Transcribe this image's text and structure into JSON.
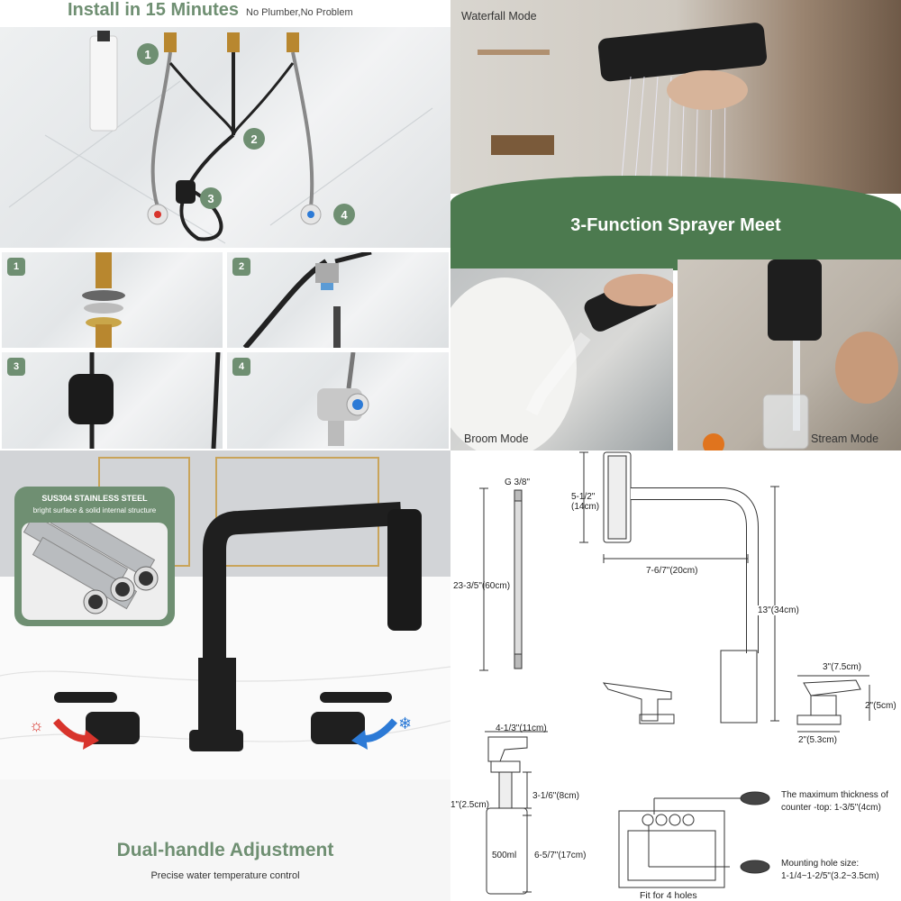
{
  "install": {
    "title": "Install in 15 Minutes",
    "subtitle": "No Plumber,No Problem",
    "steps": [
      "1",
      "2",
      "3",
      "4"
    ]
  },
  "sprayer": {
    "waterfall_label": "Waterfall Mode",
    "banner": "3-Function Sprayer Meet",
    "broom_label": "Broom Mode",
    "stream_label": "Stream Mode"
  },
  "steel": {
    "title": "SUS304 STAINLESS STEEL",
    "subtitle": "bright surface & solid internal structure",
    "heading": "Dual-handle Adjustment",
    "caption": "Precise water temperature control"
  },
  "dims": {
    "hose_thread": "G 3/8\"",
    "hose_len": "23-3/5\"(60cm)",
    "head_len": "5-1/2\"\n(14cm)",
    "reach": "7-6/7\"(20cm)",
    "height": "13\"(34cm)",
    "handle_w": "3\"(7.5cm)",
    "handle_h": "2\"(5cm)",
    "base": "2\"(5.3cm)",
    "pump_w": "4-1/3\"(11cm)",
    "pump_neck": "1\"(2.5cm)",
    "pump_shank": "3-1/6\"(8cm)",
    "bottle": "500ml",
    "bottle_h": "6-5/7\"(17cm)",
    "thickness": "The maximum thickness of\ncounter -top: 1-3/5\"(4cm)",
    "hole": "Mounting hole size:\n1-1/4~1-2/5\"(3.2~3.5cm)",
    "fit": "Fit for 4 holes"
  },
  "colors": {
    "accent": "#6f8f72",
    "banner": "#4c7a4f",
    "hot": "#d8342c",
    "cold": "#2c7ad6"
  }
}
